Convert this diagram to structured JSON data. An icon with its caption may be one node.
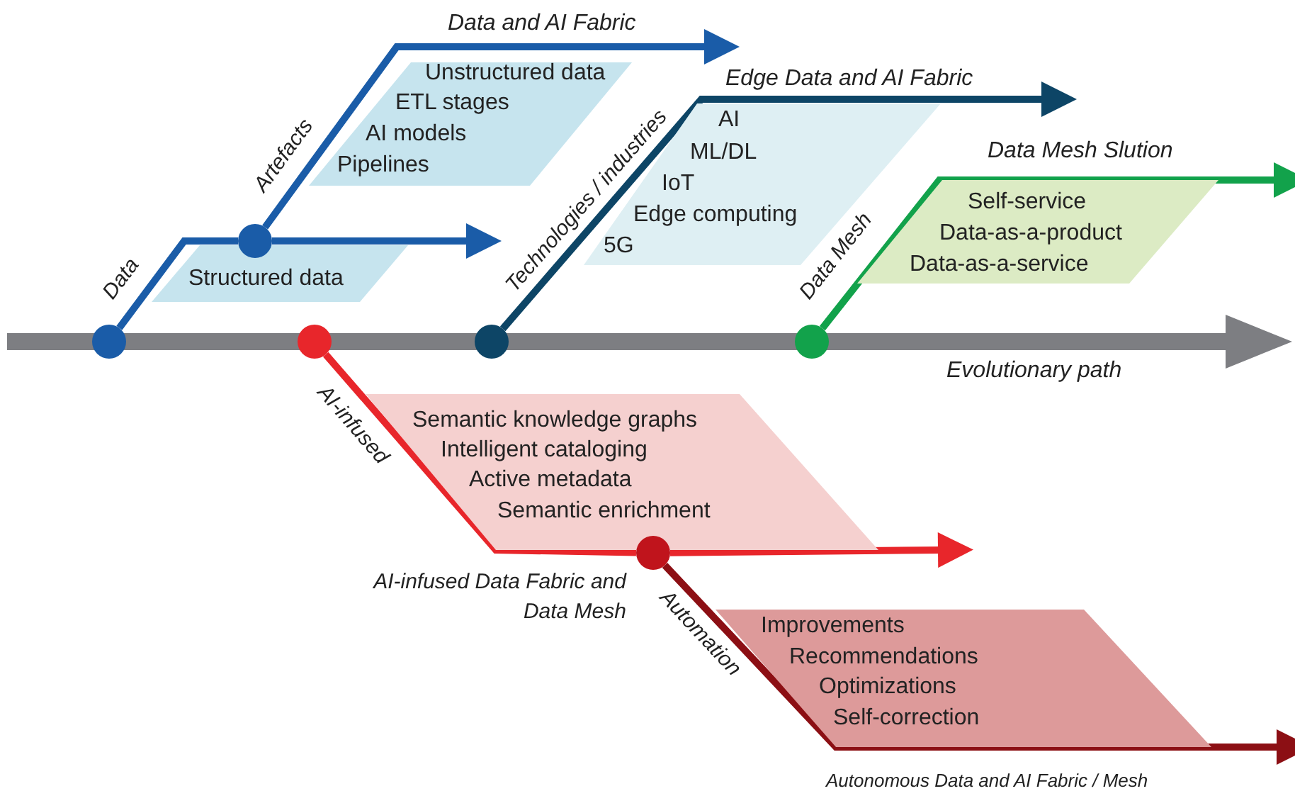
{
  "diagram": {
    "nodes": [
      {
        "text": [],
        "shape": "circle"
      },
      {
        "text": [],
        "shape": "circle"
      },
      {
        "text": [],
        "shape": "circle"
      },
      {
        "text": [],
        "shape": "circle"
      },
      {
        "text": [],
        "shape": "circle"
      },
      {
        "text": [],
        "shape": "circle"
      },
      {
        "text": [
          "Structured data"
        ]
      },
      {
        "text": [
          "Unstructured data",
          "ETL stages",
          "AI models",
          "Pipelines"
        ]
      },
      {
        "text": [
          "AI",
          "ML/DL",
          "IoT",
          "Edge computing",
          "5G"
        ]
      },
      {
        "text": [
          "Self-service",
          "Data-as-a-product",
          "Data-as-a-service"
        ]
      },
      {
        "text": [
          "Semantic knowledge graphs",
          "Intelligent cataloging",
          "Active metadata",
          "Semantic enrichment"
        ]
      },
      {
        "text": [
          "Improvements",
          "Recommendations",
          "Optimizations",
          "Self-correction"
        ]
      }
    ],
    "edges": [
      {
        "from": 0,
        "to": 4,
        "arrow": "none",
        "label": "Data"
      },
      {
        "from": 4,
        "to": null,
        "arrow": "to"
      },
      {
        "from": 4,
        "to": null,
        "arrow": "to",
        "label": "Artefacts"
      },
      {
        "from": 2,
        "to": null,
        "arrow": "to",
        "label": "Technologies / industries",
        "color": "#0d4566"
      },
      {
        "from": 3,
        "to": null,
        "arrow": "to",
        "label": "Data Mesh",
        "color": "#12a24b"
      },
      {
        "from": 1,
        "to": 5,
        "arrow": "none",
        "label": "AI-infused",
        "color": "#e8262b"
      },
      {
        "from": 5,
        "to": null,
        "arrow": "to",
        "color": "#e8262b"
      },
      {
        "from": 5,
        "to": null,
        "arrow": "to",
        "label": "Automation",
        "color": "#8c0f14"
      }
    ],
    "labels": [
      "Data and AI Fabric",
      "Edge Data and AI Fabric",
      "Data Mesh Slution",
      "Evolutionary path",
      "AI-infused Data Fabric and Data Mesh",
      "Autonomous Data and AI Fabric / Mesh"
    ]
  }
}
